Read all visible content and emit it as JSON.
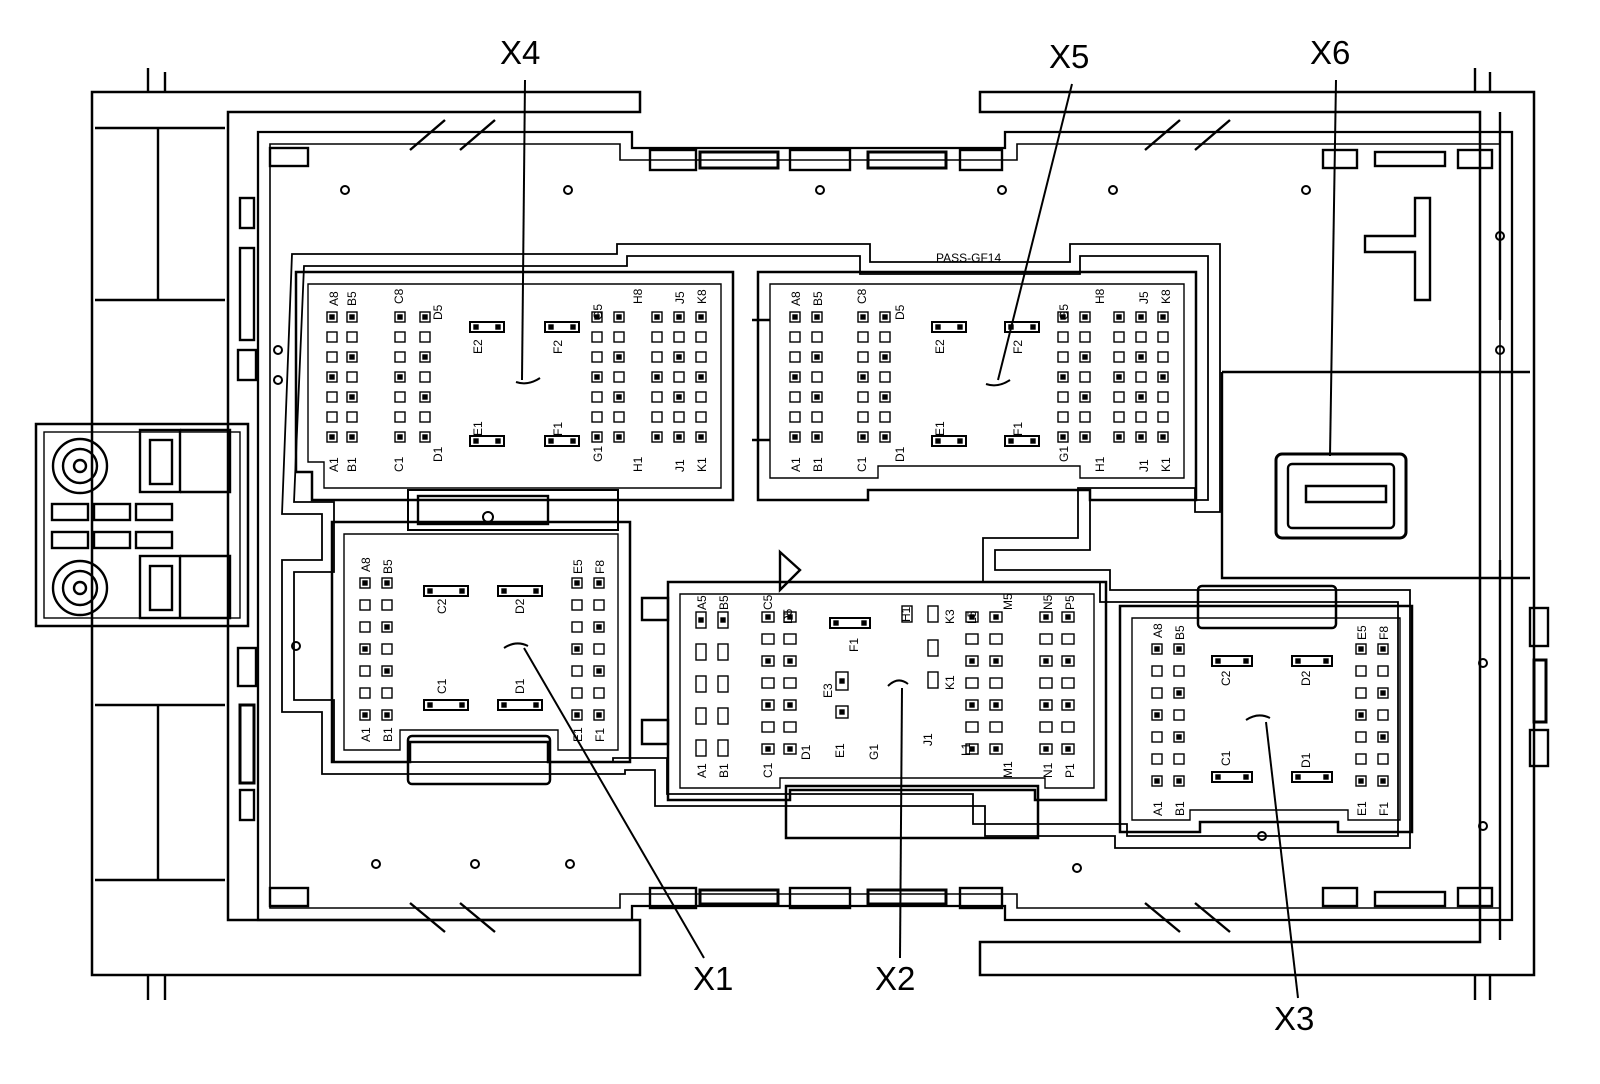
{
  "reference_label": "PASS-GF14",
  "callouts": {
    "x1": "X1",
    "x2": "X2",
    "x3": "X3",
    "x4": "X4",
    "x5": "X5",
    "x6": "X6"
  },
  "connectors": {
    "x4": {
      "pins": [
        "A1",
        "B1",
        "C1",
        "D1",
        "A8",
        "B5",
        "C8",
        "D5",
        "E1",
        "E2",
        "F1",
        "F2",
        "G1",
        "G5",
        "H1",
        "H8",
        "J1",
        "J5",
        "K1",
        "K8"
      ]
    },
    "x5": {
      "pins": [
        "A1",
        "B1",
        "C1",
        "D1",
        "A8",
        "B5",
        "C8",
        "D5",
        "E1",
        "E2",
        "F1",
        "F2",
        "G1",
        "G5",
        "H1",
        "H8",
        "J1",
        "J5",
        "K1",
        "K8"
      ]
    },
    "x1": {
      "pins": [
        "A1",
        "B1",
        "A8",
        "B5",
        "C1",
        "C2",
        "D1",
        "D2",
        "E5",
        "F8",
        "E1",
        "F1"
      ]
    },
    "x2": {
      "pins": [
        "A5",
        "B5",
        "C5",
        "D5",
        "H1",
        "K3",
        "L5",
        "M5",
        "N5",
        "P5",
        "F1",
        "E3",
        "K1",
        "J1",
        "A1",
        "B1",
        "C1",
        "D1",
        "E1",
        "G1",
        "L1",
        "M1",
        "N1",
        "P1"
      ]
    },
    "x3": {
      "pins": [
        "A8",
        "B5",
        "C2",
        "D2",
        "E5",
        "F8",
        "C1",
        "D1",
        "A1",
        "B1",
        "E1",
        "F1"
      ]
    }
  },
  "colors": {
    "line": "#000000",
    "background": "#ffffff"
  }
}
